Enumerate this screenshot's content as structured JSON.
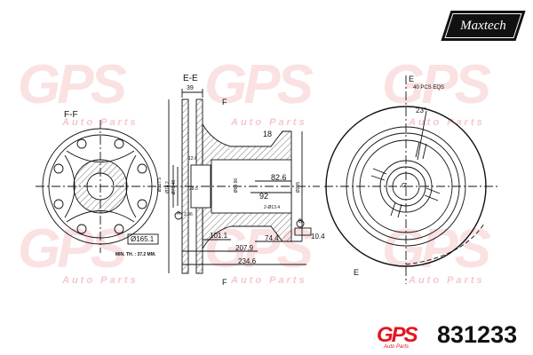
{
  "brand": {
    "logo": "Maxtech",
    "watermark_logo": "GPS",
    "watermark_text": "Auto Parts",
    "footer_logo": "GPS",
    "footer_logo_sub": "Auto Parts"
  },
  "part_number": "831233",
  "views": {
    "section_ff": "F-F",
    "section_ee": "E-E",
    "cut_f": "F",
    "cut_e": "E",
    "note_holes": "40 PCS EQS",
    "angle": "23°",
    "center_mark": "G",
    "ff_diameter": "Ø165.1",
    "min_thickness": "MIN. TH. : 37.2 MM."
  },
  "dimensions": {
    "width_39": "39",
    "d18": "18",
    "d82_6": "82.6",
    "d92": "92",
    "d101_1": "101.1",
    "d207_9": "207.9",
    "d234_6": "234.6",
    "d74_4": "74.4",
    "d10_4": "10.4",
    "dia_outer": "Ø317.5",
    "dia_74_2": "Ø74.2",
    "dia_75_48": "Ø75.48",
    "dia_205": "Ø205",
    "dia_64_96": "Ø64.96",
    "holes": "2-Ø13.4",
    "d12_6": "12.6",
    "d28_5": "28.5",
    "d2_96": "2.96",
    "datum_a": "A",
    "datum_b": "B"
  }
}
